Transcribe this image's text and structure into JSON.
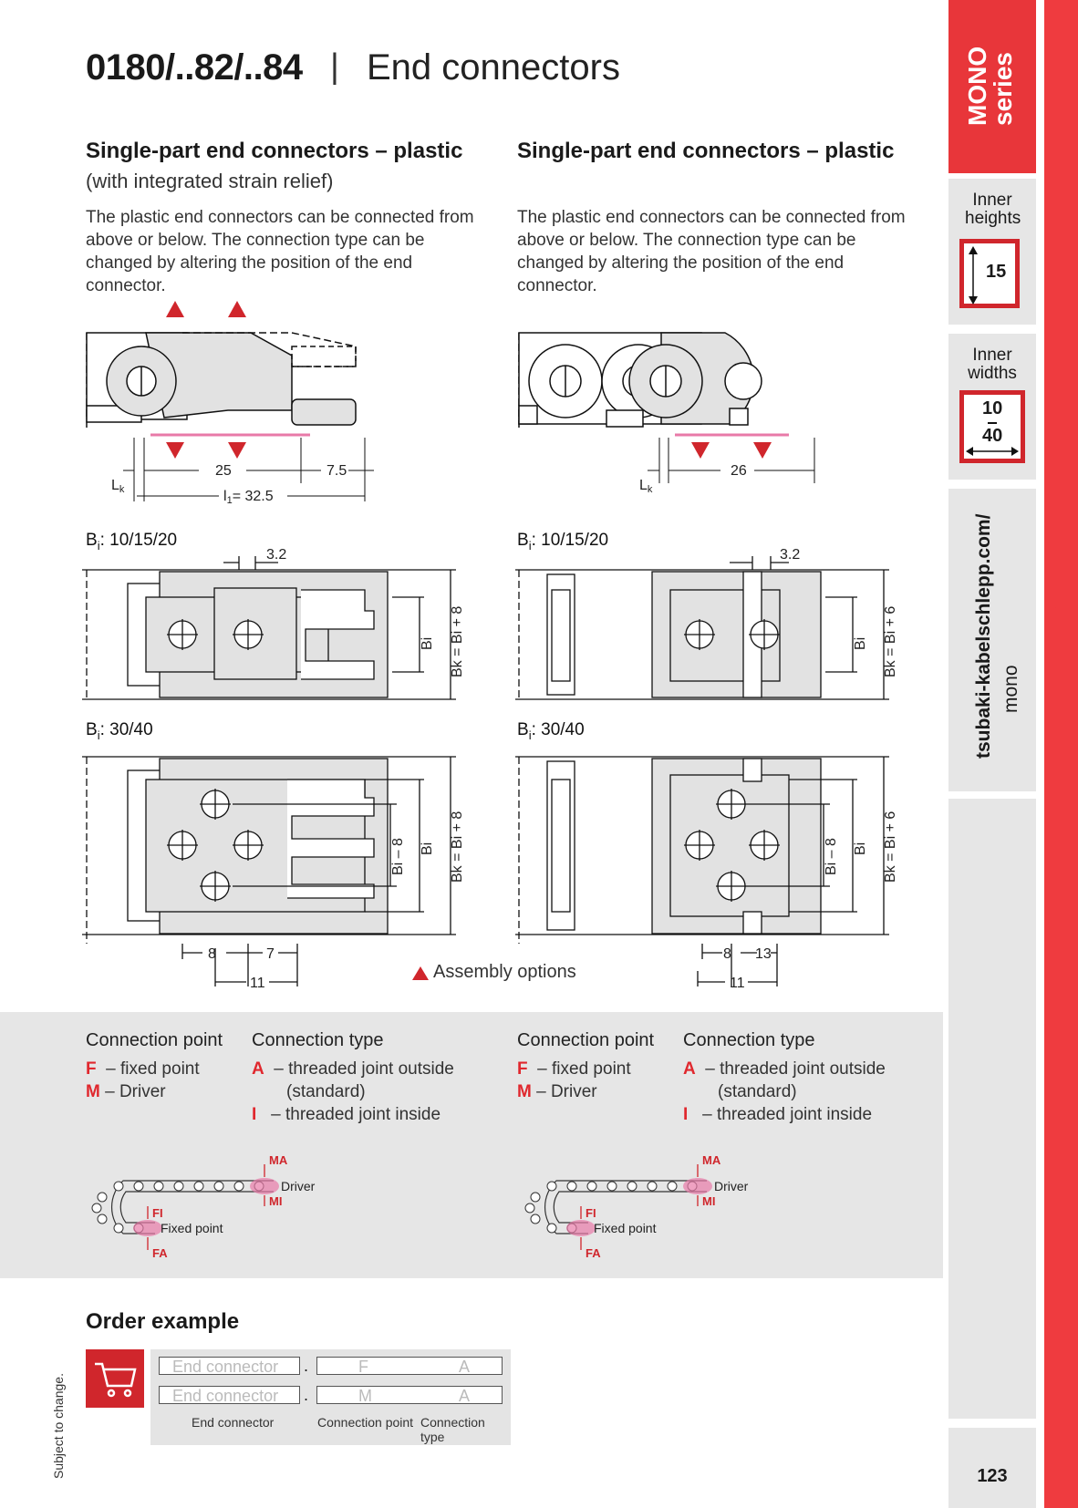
{
  "header": {
    "product": "0180/..82/..84",
    "separator": "|",
    "section": "End connectors"
  },
  "left_col": {
    "heading": "Single-part end connectors – plastic",
    "subheading": "(with integrated strain relief)",
    "description": "The plastic end connectors can be connected from above or below. The connection type can be changed by altering the position of the end connector.",
    "dims": {
      "lk": "L",
      "lk_sub": "k",
      "d25": "25",
      "d75": "7.5",
      "l1": "l",
      "l1_sub": "1",
      "l1_val": "= 32.5"
    },
    "bi_small": "B",
    "bi_small_sub": "i",
    "bi_small_val": ": 10/15/20",
    "bi_large": "B",
    "bi_large_sub": "i",
    "bi_large_val": ": 30/40",
    "d32": "3.2",
    "bk_label": "Bk = Bi + 8",
    "bi_label": "Bi",
    "bi_minus": "Bi – 8",
    "bottom_dims": {
      "d8": "8",
      "d7": "7",
      "d11": "11"
    }
  },
  "right_col": {
    "heading": "Single-part end connectors – plastic",
    "description": "The plastic end connectors can be connected from above or below. The connection type can be changed by altering the position of the end connector.",
    "dims": {
      "lk": "L",
      "lk_sub": "k",
      "d26": "26"
    },
    "bi_small": "B",
    "bi_small_sub": "i",
    "bi_small_val": ": 10/15/20",
    "bi_large": "B",
    "bi_large_sub": "i",
    "bi_large_val": ": 30/40",
    "d32": "3.2",
    "bk_label": "Bk = Bi + 6",
    "bi_label": "Bi",
    "bi_minus": "Bi – 8",
    "bottom_dims": {
      "d8": "8",
      "d13": "13",
      "d11": "11"
    }
  },
  "assembly_options": "Assembly options",
  "connection": {
    "point_heading": "Connection point",
    "type_heading": "Connection type",
    "f_code": "F",
    "f_text": "– fixed point",
    "m_code": "M",
    "m_text": "– Driver",
    "a_code": "A",
    "a_text": "– threaded joint outside",
    "a_text2": "(standard)",
    "i_code": "I",
    "i_text": "– threaded joint inside",
    "labels": {
      "ma": "MA",
      "mi": "MI",
      "fi": "FI",
      "fa": "FA",
      "driver": "Driver",
      "fixed": "Fixed point"
    }
  },
  "order": {
    "heading": "Order example",
    "row1": {
      "connector": "End connector",
      "point": "F",
      "type": "A"
    },
    "row2": {
      "connector": "End connector",
      "point": "M",
      "type": "A"
    },
    "captions": {
      "connector": "End connector",
      "point": "Connection point",
      "type": "Connection type"
    },
    "dot": "."
  },
  "side_note": "Subject to change.",
  "sidebar": {
    "series_line1": "MONO",
    "series_line2": "series",
    "inner_heights": "Inner heights",
    "height_value": "15",
    "inner_widths": "Inner widths",
    "width_min": "10",
    "width_max": "40",
    "website": "tsubaki-kabelschlepp.com/",
    "website2": "mono",
    "page_number": "123"
  },
  "colors": {
    "accent": "#e8363a",
    "band": "#e6e6e6",
    "pink": "#e87aa8"
  }
}
